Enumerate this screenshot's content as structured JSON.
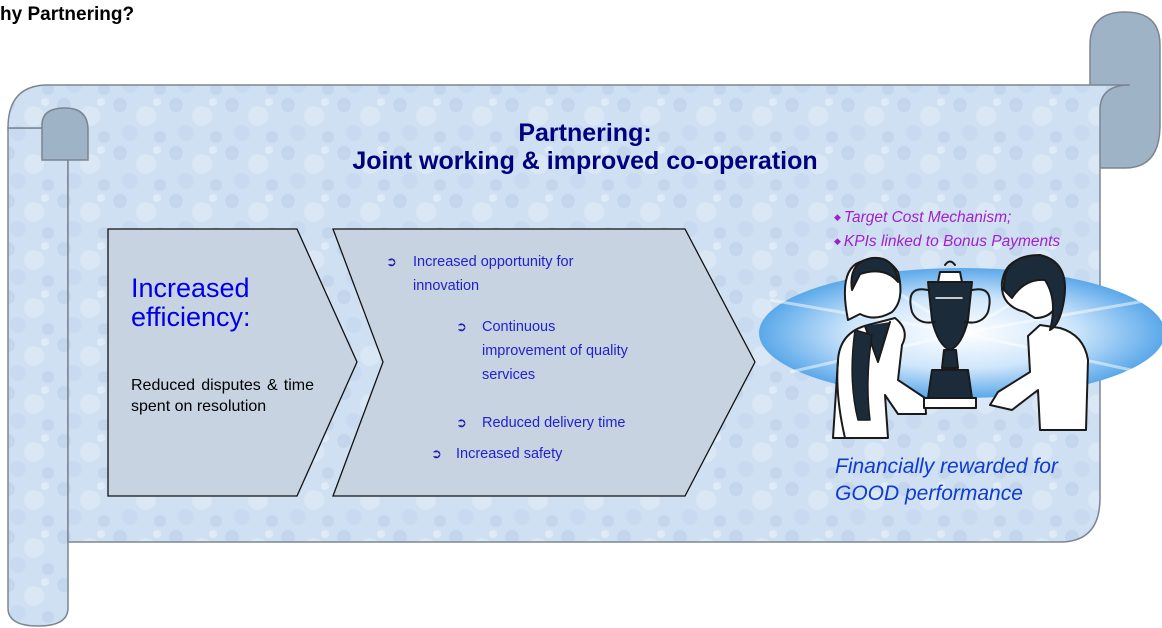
{
  "page_title": "hy Partnering?",
  "heading": {
    "line1": "Partnering:",
    "line2": "Joint working & improved co-operation"
  },
  "efficiency": {
    "title_line1": "Increased",
    "title_line2": "efficiency:",
    "body": "Reduced disputes & time spent on resolution"
  },
  "benefits": [
    {
      "line1": "Increased opportunity for",
      "line2": "innovation"
    },
    {
      "line1": "Continuous",
      "line2": "improvement of quality",
      "line3": "services"
    },
    {
      "line1": "Reduced delivery time"
    },
    {
      "line1": "Increased safety"
    }
  ],
  "bullet_glyph": "➲",
  "mechanisms": [
    "Target Cost Mechanism;",
    "KPIs linked to Bonus Payments"
  ],
  "reward_caption": {
    "line1": "Financially rewarded for",
    "line2": "GOOD performance"
  },
  "colors": {
    "scroll_fill": "#cfe0f2",
    "scroll_outline": "#7c8591",
    "heading": "#000080",
    "efficiency_title": "#0000e6",
    "benefit_text": "#2222cc",
    "mechanism_text": "#a020d0",
    "reward_text": "#0f3ccc",
    "burst": "#5aa8ea"
  },
  "icons": {
    "bullet": "arrow-circle-icon",
    "illustration": "trophy-handover-illustration"
  }
}
